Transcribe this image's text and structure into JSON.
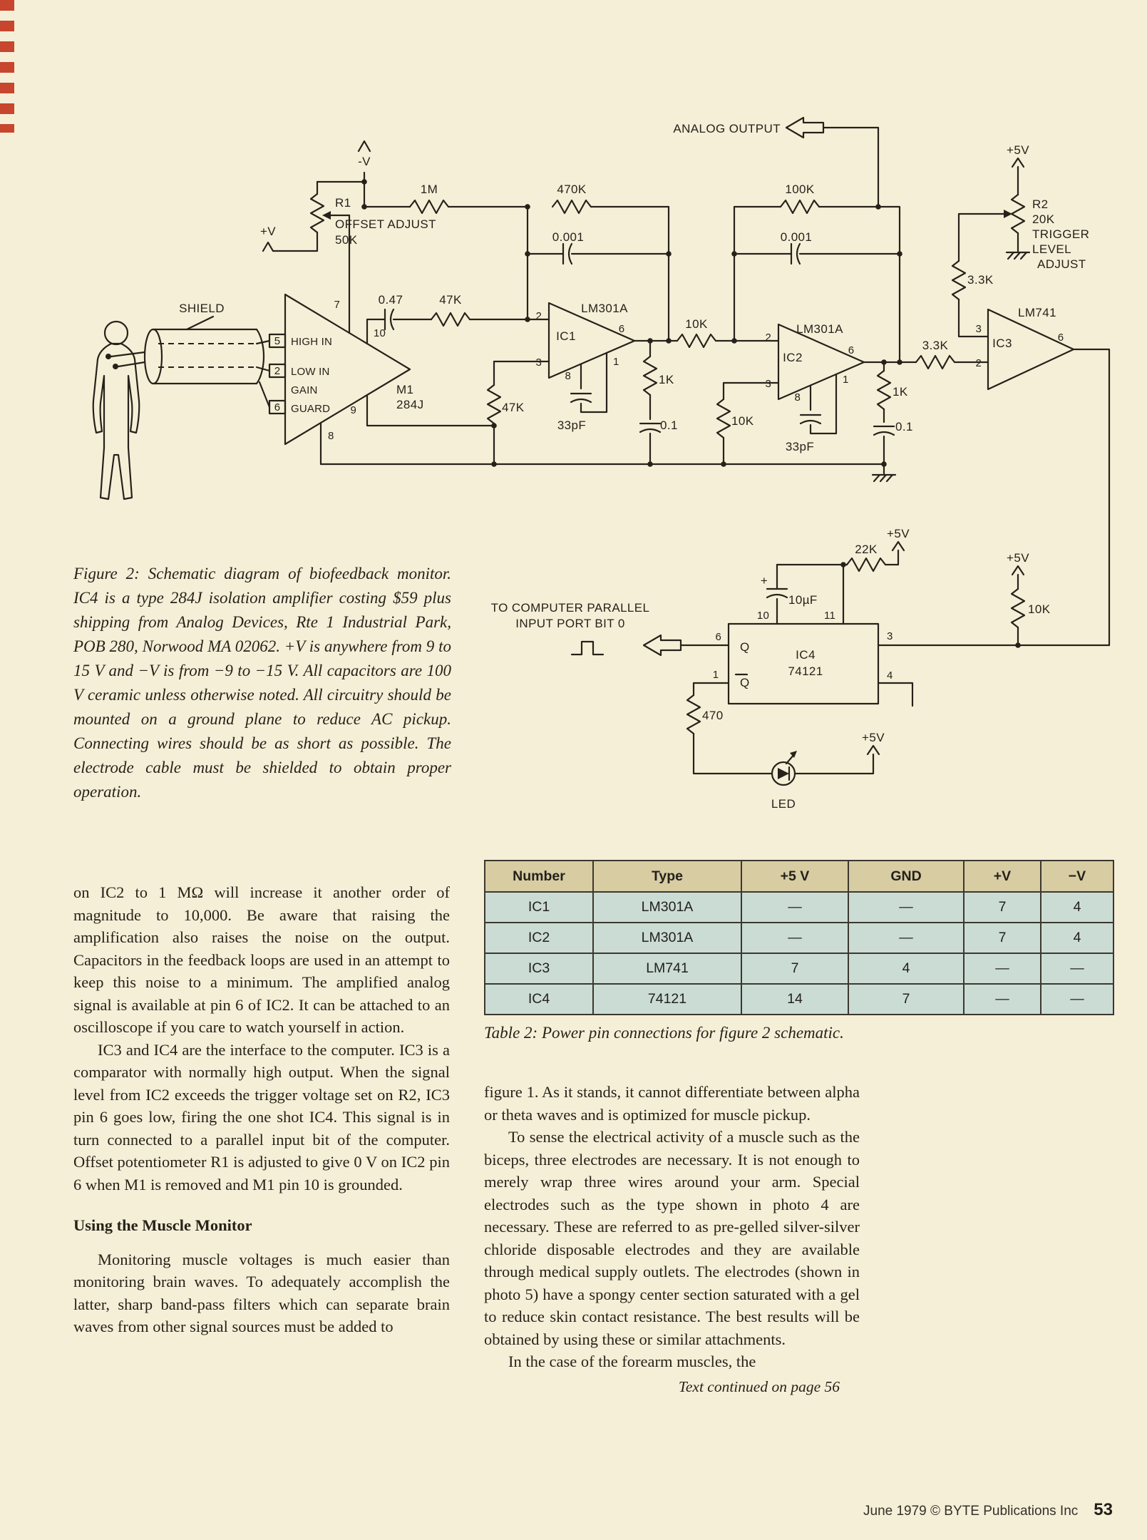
{
  "colors": {
    "paper": "#f6efd8",
    "accent_red": "#c8452e",
    "table_header_bg": "#d8cca2",
    "table_row_bg": "#cbdcd4"
  },
  "figure_caption": "Figure 2: Schematic diagram of biofeedback monitor. IC4 is a type 284J isolation amplifier costing $59 plus shipping from Analog Devices, Rte 1 Industrial Park, POB 280, Norwood MA 02062. +V is anywhere from 9 to 15 V and −V is from −9 to −15 V. All capacitors are 100 V ceramic unless otherwise noted. All circuitry should be mounted on a ground plane to reduce AC pickup. Connecting wires should be as short as possible. The electrode cable must be shielded to obtain proper operation.",
  "table": {
    "caption": "Table 2: Power pin connections for figure 2 schematic.",
    "headers": [
      "Number",
      "Type",
      "+5 V",
      "GND",
      "+V",
      "−V"
    ],
    "rows": [
      [
        "IC1",
        "LM301A",
        "—",
        "—",
        "7",
        "4"
      ],
      [
        "IC2",
        "LM301A",
        "—",
        "—",
        "7",
        "4"
      ],
      [
        "IC3",
        "LM741",
        "7",
        "4",
        "—",
        "—"
      ],
      [
        "IC4",
        "74121",
        "14",
        "7",
        "—",
        "—"
      ]
    ]
  },
  "article": {
    "left_p1": "on IC2 to 1 MΩ will increase it another order of magnitude to 10,000. Be aware that raising the amplification also raises the noise on the output. Capacitors in the feedback loops are used in an attempt to keep this noise to a minimum. The amplified analog signal is available at pin 6 of IC2. It can be attached to an oscilloscope if you care to watch yourself in action.",
    "left_p2": "IC3 and IC4 are the interface to the computer. IC3 is a comparator with normally high output. When the signal level from IC2 exceeds the trigger voltage set on R2, IC3 pin 6 goes low, firing the one shot IC4. This signal is in turn connected to a parallel input bit of the computer. Offset potentiometer R1 is adjusted to give 0 V on IC2 pin 6 when M1 is removed and M1 pin 10 is grounded.",
    "heading": "Using the Muscle Monitor",
    "left_p3": "Monitoring muscle voltages is much easier than monitoring brain waves. To adequately accomplish the latter, sharp band-pass filters which can separate brain waves from other signal sources must be added to",
    "right_p1": "figure 1. As it stands, it cannot differentiate between alpha or theta waves and is optimized for muscle pickup.",
    "right_p2": "To sense the electrical activity of a muscle such as the biceps, three electrodes are necessary. It is not enough to merely wrap three wires around your arm. Special electrodes such as the type shown in photo 4 are necessary. These are referred to as pre-gelled silver-silver chloride disposable electrodes and they are available through medical supply outlets. The electrodes (shown in photo 5) have a spongy center section saturated with a gel to reduce skin contact resistance. The best results will be obtained by using these or similar attachments.",
    "right_p3": "In the case of the forearm muscles, the",
    "continued": "Text continued on page 56"
  },
  "footer": {
    "text": "June 1979 © BYTE Publications Inc",
    "page": "53"
  },
  "schematic": {
    "labels": {
      "negV": "-V",
      "posV": "+V",
      "r1": "R1",
      "r1b": "OFFSET ADJUST",
      "r1c": "50K",
      "r1m": "1M",
      "r470k": "470K",
      "c001a": "0.001",
      "analog": "ANALOG OUTPUT",
      "r100k": "100K",
      "c001b": "0.001",
      "v5r2": "+5V",
      "r2": "R2",
      "r2b": "20K",
      "r2c": "TRIGGER",
      "r2d": "LEVEL",
      "r2e": "ADJUST",
      "r33v": "3.3K",
      "shield": "SHIELD",
      "c047": "0.47",
      "r47s": "47K",
      "ic1n": "LM301A",
      "ic1": "IC1",
      "ic1p2": "2",
      "ic1p3": "3",
      "ic1p6": "6",
      "ic1p1": "1",
      "ic1p8": "8",
      "r10ks": "10K",
      "ic2n": "LM301A",
      "ic2": "IC2",
      "ic2p2": "2",
      "ic2p3": "3",
      "ic2p6": "6",
      "ic2p1": "1",
      "ic2p8": "8",
      "r33s": "3.3K",
      "ic3n": "LM741",
      "ic3": "IC3",
      "ic3p3": "3",
      "ic3p2": "2",
      "ic3p6": "6",
      "m1": "M1",
      "m1t": "284J",
      "hi": "HIGH IN",
      "lo": "LOW IN",
      "ga": "GAIN",
      "gu": "GUARD",
      "m1p5": "5",
      "m1p2": "2",
      "m1p6": "6",
      "m1p7": "7",
      "m1p10": "10",
      "m1p9": "9",
      "m1p8": "8",
      "r47v": "47K",
      "c33a": "33pF",
      "r1ka": "1K",
      "c01a": "0.1",
      "r10kv": "10K",
      "c33b": "33pF",
      "r1kb": "1K",
      "c01b": "0.1",
      "v522k": "+5V",
      "r22k": "22K",
      "c10uf": "10µF",
      "plus": "+",
      "comp1": "TO COMPUTER PARALLEL",
      "comp2": "INPUT PORT BIT 0",
      "ic4": "IC4",
      "ic4t": "74121",
      "q": "Q",
      "qb": "Q",
      "ic4p6": "6",
      "ic4p1": "1",
      "ic4p10": "10",
      "ic4p11": "11",
      "ic4p3": "3",
      "ic4p4": "4",
      "r470": "470",
      "v5led": "+5V",
      "led": "LED",
      "v510k": "+5V",
      "r10kp": "10K"
    }
  }
}
